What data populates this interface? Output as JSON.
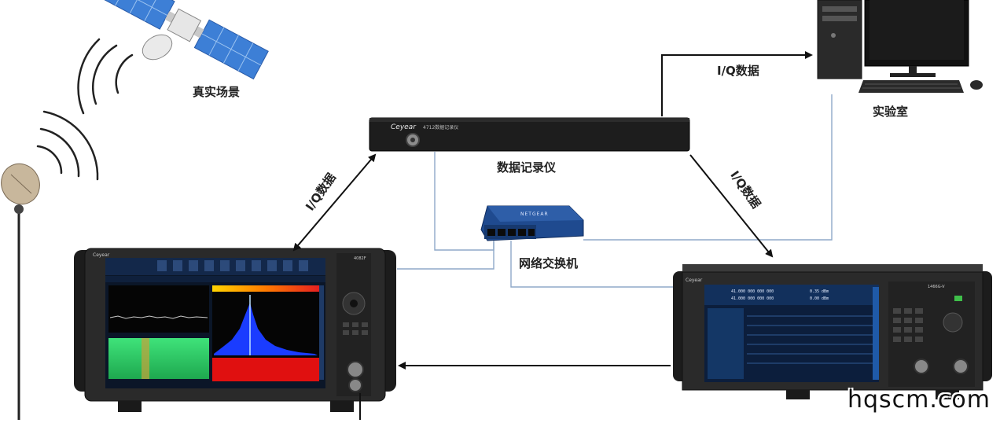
{
  "labels": {
    "real_scene": "真实场景",
    "lab": "实验室",
    "recorder": "数据记录仪",
    "switch": "网络交换机",
    "iq_top": "I/Q数据",
    "iq_left": "I/Q数据",
    "iq_right": "I/Q数据"
  },
  "recorder_panel": {
    "brand": "Ceyear",
    "model": "4712数据记录仪"
  },
  "switch_panel": {
    "brand": "NETGEAR"
  },
  "analyzer": {
    "brand": "Ceyear",
    "model": "4082F"
  },
  "generator": {
    "brand": "Ceyear",
    "model": "1466G-V",
    "freq1": "41.000 000 000 000",
    "freq2": "41.000 000 000 000",
    "power1": "0.35 dBm",
    "power2": "0.00 dBm"
  },
  "watermark": "hqscm.com",
  "colors": {
    "arrow": "#111111",
    "cable": "#8fa9c9",
    "spectrum_blue": "#1a3cff",
    "spectrum_red": "#e01010"
  }
}
